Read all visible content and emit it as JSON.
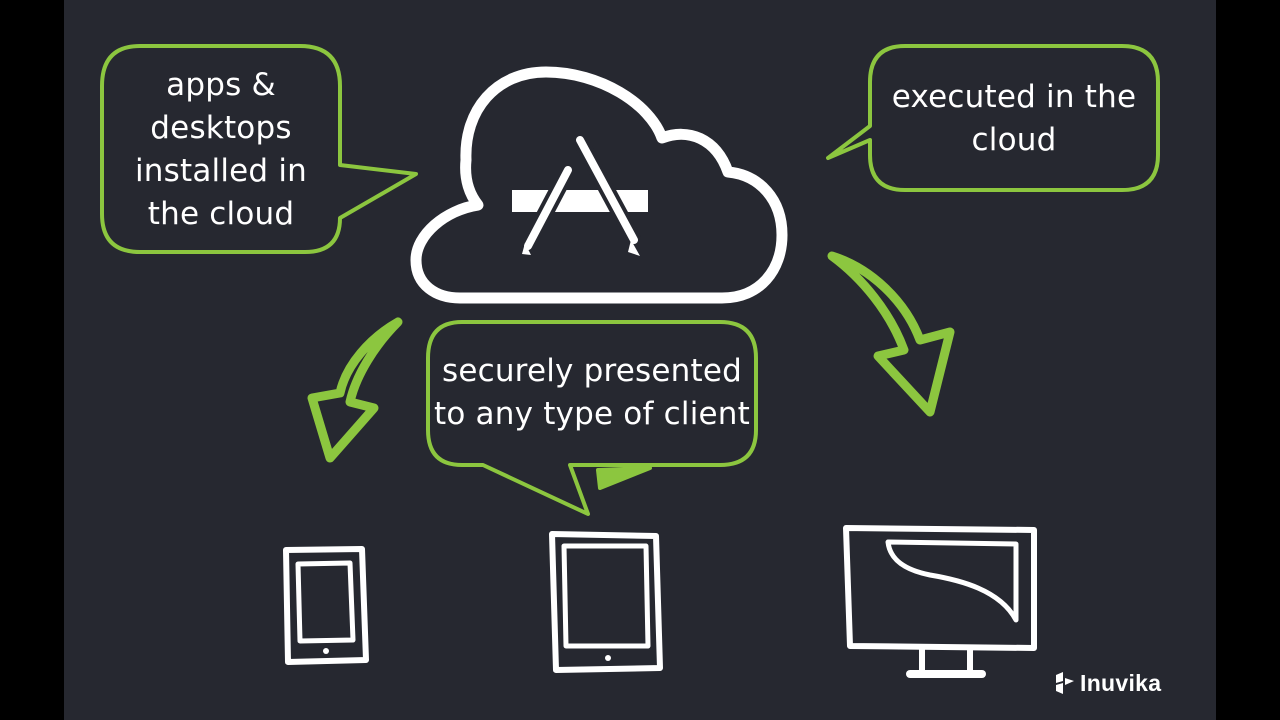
{
  "bubbles": {
    "installed": "apps & desktops installed in the cloud",
    "executed": "executed in the cloud",
    "presented": "securely presented to any type of client"
  },
  "brand": {
    "name": "Inuvika"
  },
  "colors": {
    "background": "#262830",
    "accent_green": "#8cc63f",
    "outline_white": "#ffffff"
  },
  "icons": [
    "cloud-icon",
    "app-store-icon",
    "phone-icon",
    "tablet-icon",
    "monitor-icon",
    "arrow-icon"
  ]
}
